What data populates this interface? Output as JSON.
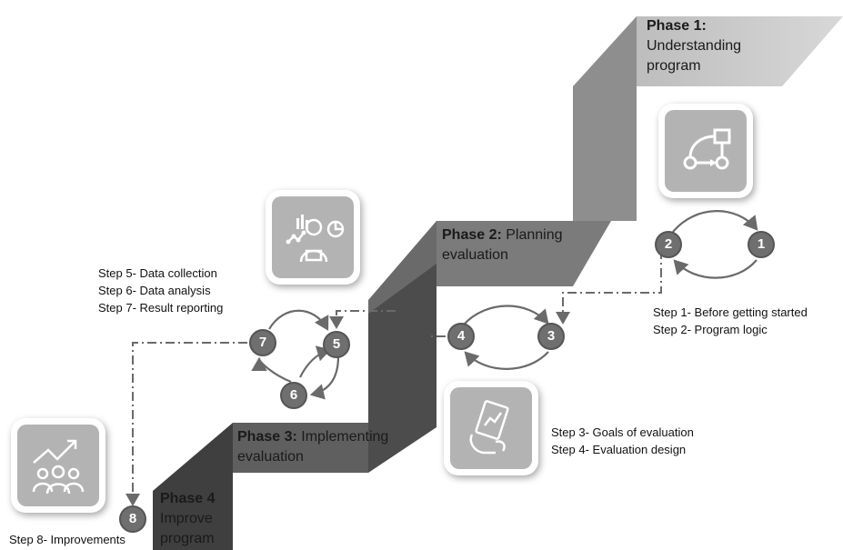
{
  "phases": {
    "p1": {
      "bold": "Phase 1:",
      "rest_line1": "Understanding",
      "rest_line2": "program"
    },
    "p2": {
      "bold": "Phase 2:",
      "rest_inline": " Planning",
      "rest_line2": "evaluation"
    },
    "p3": {
      "bold": "Phase 3:",
      "rest_inline": " Implementing",
      "rest_line2": "evaluation"
    },
    "p4": {
      "bold": "Phase 4",
      "rest_line1": "Improve",
      "rest_line2": "program"
    }
  },
  "step_groups": {
    "g12": [
      "Step 1- Before getting started",
      "Step 2- Program logic"
    ],
    "g34": [
      "Step 3- Goals of evaluation",
      "Step 4- Evaluation design"
    ],
    "g567": [
      "Step 5- Data collection",
      "Step 6- Data analysis",
      "Step 7- Result reporting"
    ],
    "g8": [
      "Step 8- Improvements"
    ]
  },
  "nodes": {
    "n1": "1",
    "n2": "2",
    "n3": "3",
    "n4": "4",
    "n5": "5",
    "n6": "6",
    "n7": "7",
    "n8": "8"
  },
  "icons": {
    "phase1": "workflow-diagram-icon",
    "phase2": "analyst-with-charts-icon",
    "phase3": "tablet-chart-icon",
    "phase4": "team-growth-icon"
  },
  "colors": {
    "band_phase1": "#a6a6a6",
    "band_phase2": "#7b7b7b",
    "band_phase3": "#5f5f5f",
    "band_phase4": "#3f3f3f",
    "node_fill": "#6f6f6f",
    "icon_card": "#b3b3b3"
  }
}
